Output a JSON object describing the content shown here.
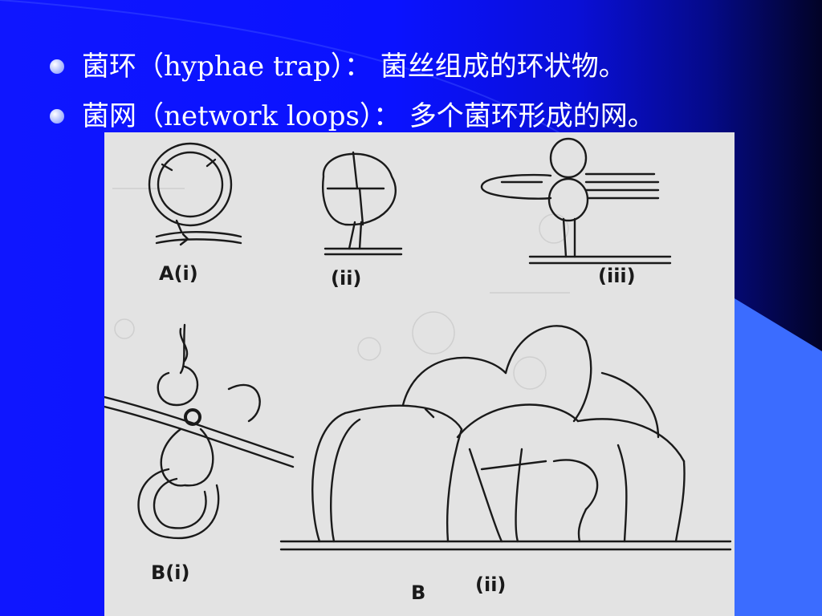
{
  "bullets": [
    {
      "text": "菌环（hyphae trap）： 菌丝组成的环状物。"
    },
    {
      "text": "菌网（network loops）： 多个菌环形成的网。"
    }
  ],
  "figure": {
    "labels": {
      "a_i": "A(i)",
      "a_ii": "(ii)",
      "a_iii": "(iii)",
      "b_i": "B(i)",
      "b": "B",
      "b_ii": "(ii)"
    }
  },
  "colors": {
    "background": "#0a12ff",
    "text": "#ffffff",
    "accent": "#3b6cff",
    "figure_paper": "#e3e3e3",
    "ink": "#1a1a1a"
  }
}
